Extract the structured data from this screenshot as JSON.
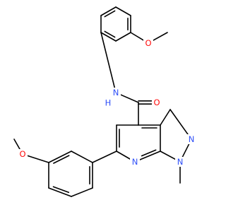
{
  "atom_colors": {
    "O": "#ff0d0d",
    "N": "#3050f8",
    "C": "#000000"
  },
  "atoms": [
    {
      "id": "O1",
      "symbol": "O"
    },
    {
      "id": "N1",
      "symbol": "N"
    },
    {
      "id": "H1",
      "symbol": "H"
    },
    {
      "id": "O2",
      "symbol": "O"
    },
    {
      "id": "N2",
      "symbol": "N"
    },
    {
      "id": "N3",
      "symbol": "N"
    },
    {
      "id": "N4",
      "symbol": "N"
    },
    {
      "id": "O3",
      "symbol": "O"
    }
  ]
}
